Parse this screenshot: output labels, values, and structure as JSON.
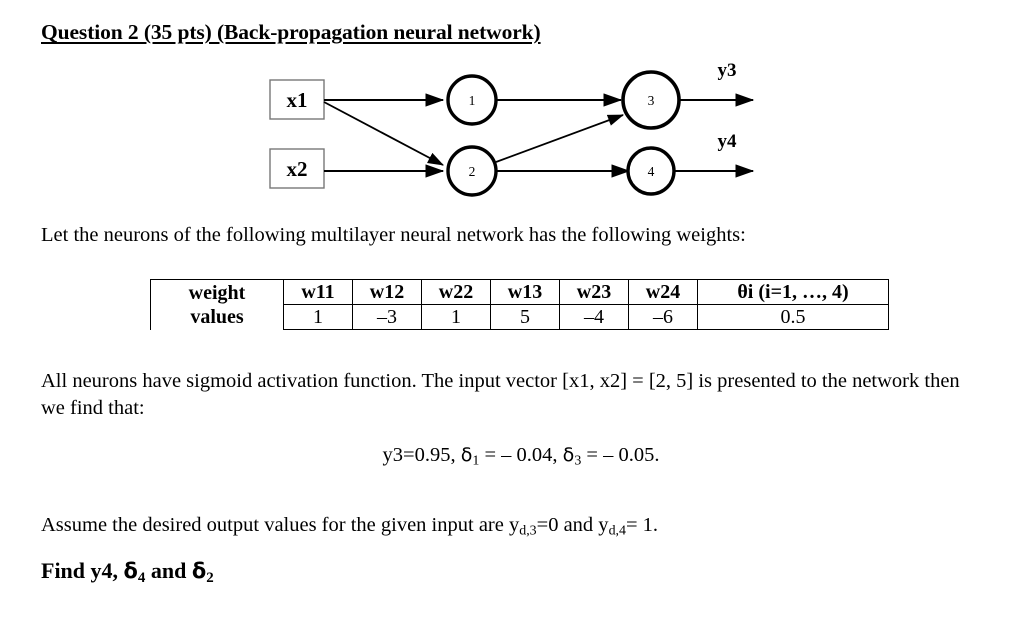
{
  "document": {
    "title": "Question 2 (35 pts) (Back-propagation neural network)",
    "intro_line": "Let the neurons of the following multilayer neural network has the following weights:",
    "sigmoid_para": "All neurons have sigmoid activation function. The input vector [x1, x2] = [2, 5] is presented to the network then we find that:",
    "assume_prefix": "Assume the desired output values for the given input are y",
    "assume_sub1": "d,3",
    "assume_mid": "=0 and y",
    "assume_sub2": "d,4",
    "assume_suffix": "= 1.",
    "find_prefix": "Find y4, ",
    "find_delta1": "δ",
    "find_sub1": "4",
    "find_mid": " and ",
    "find_delta2": "δ",
    "find_sub2": "2"
  },
  "equation": {
    "y3_part": "y3=0.95, ",
    "delta_symbol": "δ",
    "delta1_sub": "1",
    "delta1_value": " = – 0.04, ",
    "delta3_sub": "3",
    "delta3_value": " = – 0.05."
  },
  "diagram": {
    "inputs": [
      {
        "label": "x1"
      },
      {
        "label": "x2"
      }
    ],
    "hidden_nodes": [
      {
        "label": "1"
      },
      {
        "label": "2"
      }
    ],
    "output_nodes": [
      {
        "label": "3"
      },
      {
        "label": "4"
      }
    ],
    "outputs": [
      {
        "label": "y3"
      },
      {
        "label": "y4"
      }
    ],
    "stroke_color": "#000000",
    "box_border_color": "#666666"
  },
  "table": {
    "row_labels": [
      "weight",
      "values"
    ],
    "headers": [
      "w11",
      "w12",
      "w22",
      "w13",
      "w23",
      "w24",
      "θi  (i=1, …, 4)"
    ],
    "values": [
      "1",
      "–3",
      "1",
      "5",
      "–4",
      "–6",
      "0.5"
    ]
  }
}
